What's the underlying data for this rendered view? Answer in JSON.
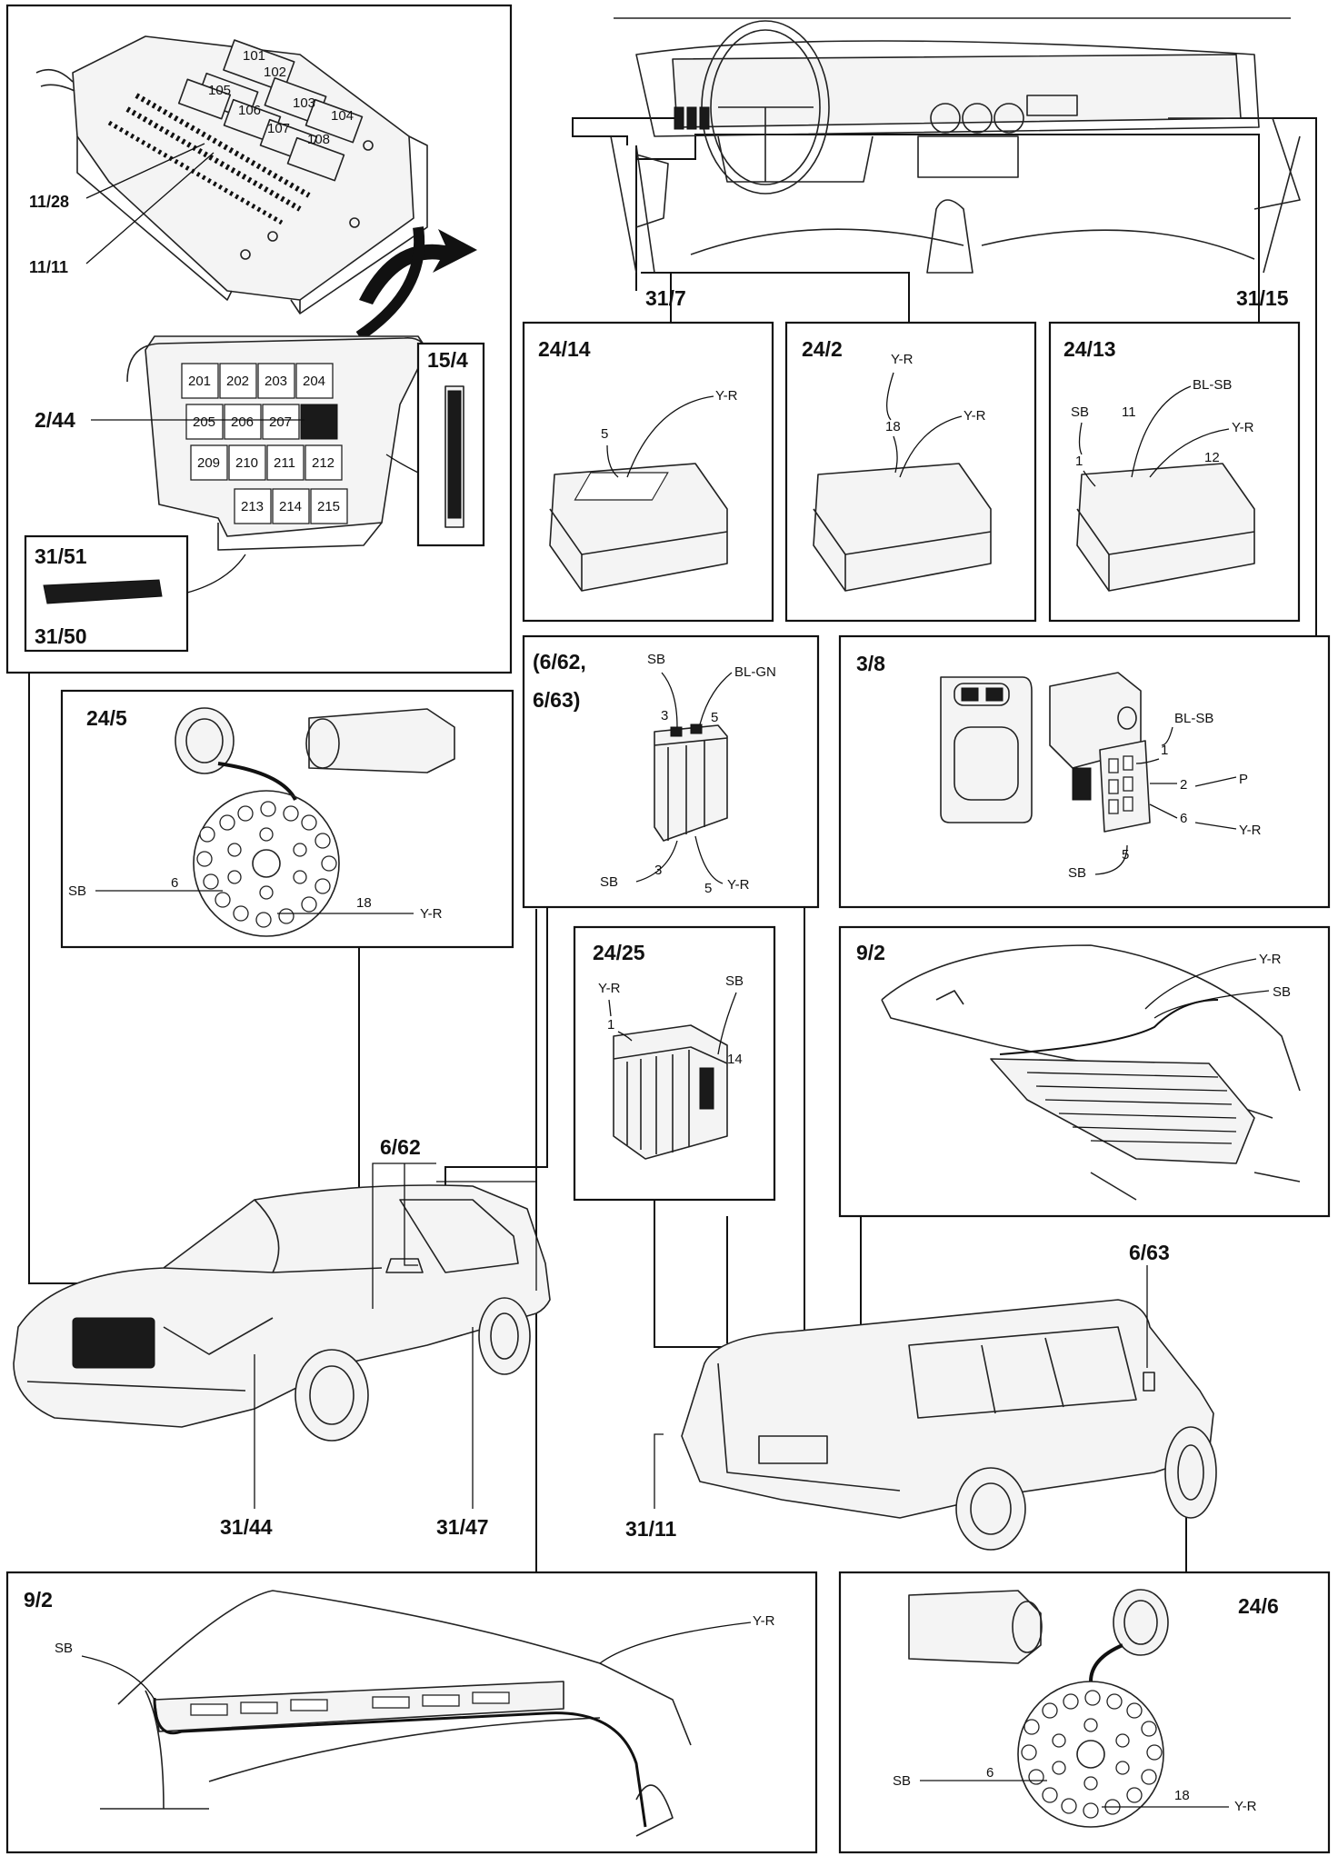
{
  "boxes": {
    "fusebox": {
      "relays": [
        "101",
        "102",
        "103",
        "104",
        "105",
        "106",
        "107",
        "108"
      ],
      "fuses": [
        "201",
        "202",
        "203",
        "204",
        "205",
        "206",
        "207",
        "209",
        "210",
        "211",
        "212",
        "213",
        "214",
        "215"
      ],
      "callouts": [
        "11/28",
        "11/11",
        "2/44",
        "15/4"
      ],
      "connector_box": [
        "31/51",
        "31/50"
      ]
    },
    "b24_14": {
      "title": "24/14",
      "pins": [
        "5"
      ],
      "wires": [
        "Y-R"
      ]
    },
    "b24_2": {
      "title": "24/2",
      "pins": [
        "18"
      ],
      "wires": [
        "Y-R",
        "Y-R"
      ]
    },
    "b24_13": {
      "title": "24/13",
      "pins": [
        "11",
        "1",
        "12"
      ],
      "wires": [
        "SB",
        "BL-SB",
        "Y-R"
      ]
    },
    "b24_5": {
      "title": "24/5",
      "pins": [
        "6",
        "18"
      ],
      "wires": [
        "SB",
        "Y-R"
      ]
    },
    "b6_62": {
      "title_line1": "(6/62,",
      "title_line2": "6/63)",
      "pins_top": [
        "3",
        "5"
      ],
      "pins_bottom": [
        "3",
        "5"
      ],
      "wires_top": [
        "SB",
        "BL-GN"
      ],
      "wires_bottom": [
        "SB",
        "Y-R"
      ]
    },
    "b3_8": {
      "title": "3/8",
      "pins": [
        "1",
        "2",
        "6",
        "5"
      ],
      "wires": [
        "BL-SB",
        "P",
        "Y-R",
        "SB"
      ]
    },
    "b24_25": {
      "title": "24/25",
      "pins": [
        "1",
        "14"
      ],
      "wires": [
        "Y-R",
        "SB"
      ]
    },
    "b9_2a": {
      "title": "9/2",
      "wires": [
        "Y-R",
        "SB"
      ]
    },
    "b9_2b": {
      "title": "9/2",
      "wires": [
        "SB",
        "Y-R"
      ]
    },
    "b24_6": {
      "title": "24/6",
      "pins": [
        "6",
        "18"
      ],
      "wires": [
        "SB",
        "Y-R"
      ]
    }
  },
  "dash": {
    "left": "31/7",
    "right": "31/15"
  },
  "sedan": {
    "top": "6/62",
    "left": "31/44",
    "right": "31/47"
  },
  "wagon": {
    "top": "6/63",
    "left": "31/11"
  }
}
